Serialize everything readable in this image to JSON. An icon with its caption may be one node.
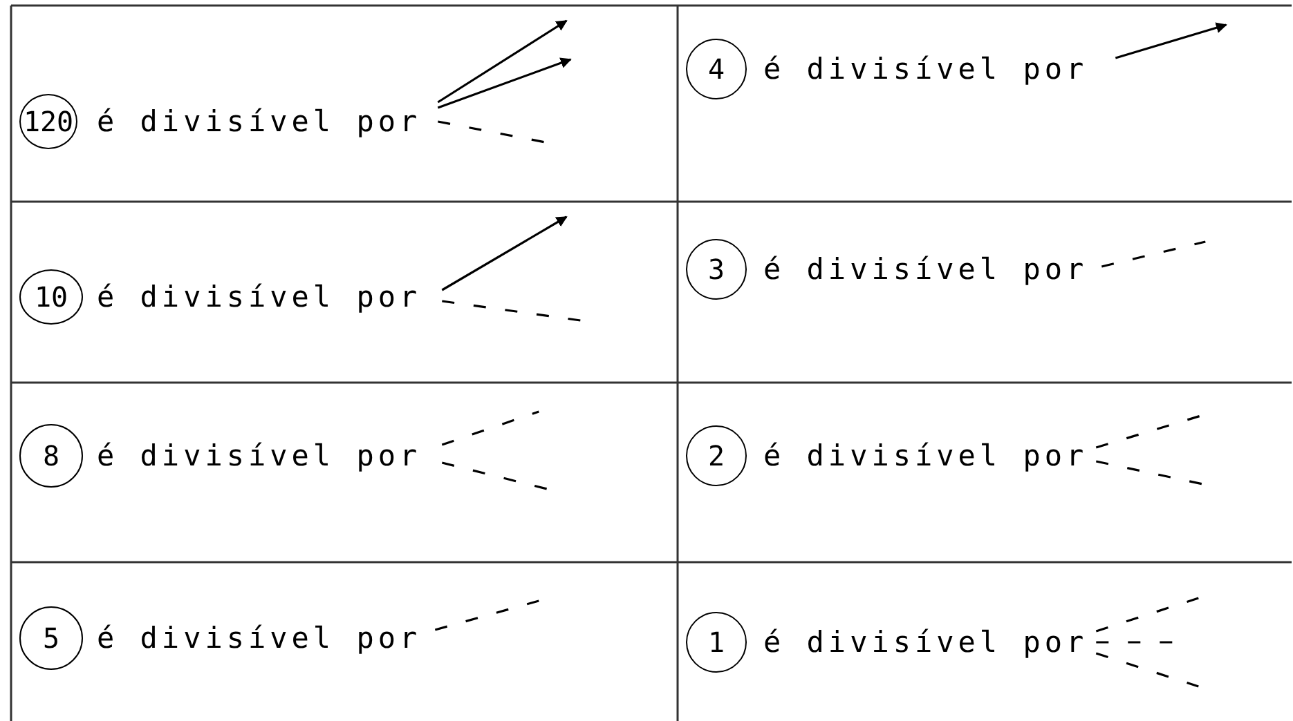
{
  "diagram": {
    "nodes": [
      {
        "text": [
          "120"
        ]
      },
      {
        "text": [
          "é divisível por"
        ]
      },
      {
        "text": [
          "4"
        ]
      },
      {
        "text": [
          "é divisível por"
        ]
      },
      {
        "text": [
          "10"
        ]
      },
      {
        "text": [
          "é divisível por"
        ]
      },
      {
        "text": [
          "3"
        ]
      },
      {
        "text": [
          "é divisível por"
        ]
      },
      {
        "text": [
          "8"
        ]
      },
      {
        "text": [
          "é divisível por"
        ]
      },
      {
        "text": [
          "2"
        ]
      },
      {
        "text": [
          "é divisível por"
        ]
      },
      {
        "text": [
          "5"
        ]
      },
      {
        "text": [
          "é divisível por"
        ]
      },
      {
        "text": [
          "1"
        ]
      },
      {
        "text": [
          "é divisível por"
        ]
      }
    ],
    "edges": [
      {
        "from": 1,
        "to": null,
        "arrow": "to"
      },
      {
        "from": 1,
        "to": null,
        "arrow": "to"
      },
      {
        "from": 1,
        "to": null,
        "arrow": "none",
        "style": "dashed"
      },
      {
        "from": 3,
        "to": null,
        "arrow": "to"
      },
      {
        "from": 5,
        "to": null,
        "arrow": "to"
      },
      {
        "from": 5,
        "to": null,
        "arrow": "none",
        "style": "dashed"
      },
      {
        "from": 7,
        "to": null,
        "arrow": "none",
        "style": "dashed"
      },
      {
        "from": 9,
        "to": null,
        "arrow": "none",
        "style": "dashed"
      },
      {
        "from": 9,
        "to": null,
        "arrow": "none",
        "style": "dashed"
      },
      {
        "from": 11,
        "to": null,
        "arrow": "none",
        "style": "dashed"
      },
      {
        "from": 11,
        "to": null,
        "arrow": "none",
        "style": "dashed"
      },
      {
        "from": 13,
        "to": null,
        "arrow": "none",
        "style": "dashed"
      },
      {
        "from": 15,
        "to": null,
        "arrow": "none",
        "style": "dashed"
      },
      {
        "from": 15,
        "to": null,
        "arrow": "none",
        "style": "dashed"
      },
      {
        "from": 15,
        "to": null,
        "arrow": "none",
        "style": "dashed"
      }
    ]
  }
}
